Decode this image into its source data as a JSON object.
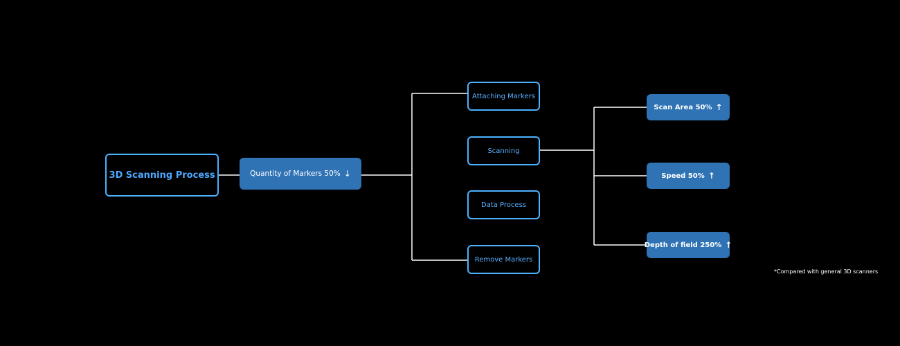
{
  "diagram": {
    "root": {
      "label": "3D Scanning  Process"
    },
    "reduction": {
      "label": "Quantity of Markers 50%",
      "arrow": "↓"
    },
    "steps": [
      {
        "label": "Attaching Markers"
      },
      {
        "label": "Scanning"
      },
      {
        "label": "Data Process"
      },
      {
        "label": "Remove Markers"
      }
    ],
    "benefits": [
      {
        "label": "Scan Area 50%",
        "arrow": "↑"
      },
      {
        "label": "Speed 50%",
        "arrow": "↑"
      },
      {
        "label": "Depth of field 250%",
        "arrow": "↑"
      }
    ],
    "footnote": "*Compared with general 3D scanners"
  },
  "colors": {
    "background": "#000000",
    "outline_border": "#4db2ff",
    "outline_text": "#5aaeff",
    "filled_box": "#2f73b5",
    "connector": "#ffffff"
  }
}
